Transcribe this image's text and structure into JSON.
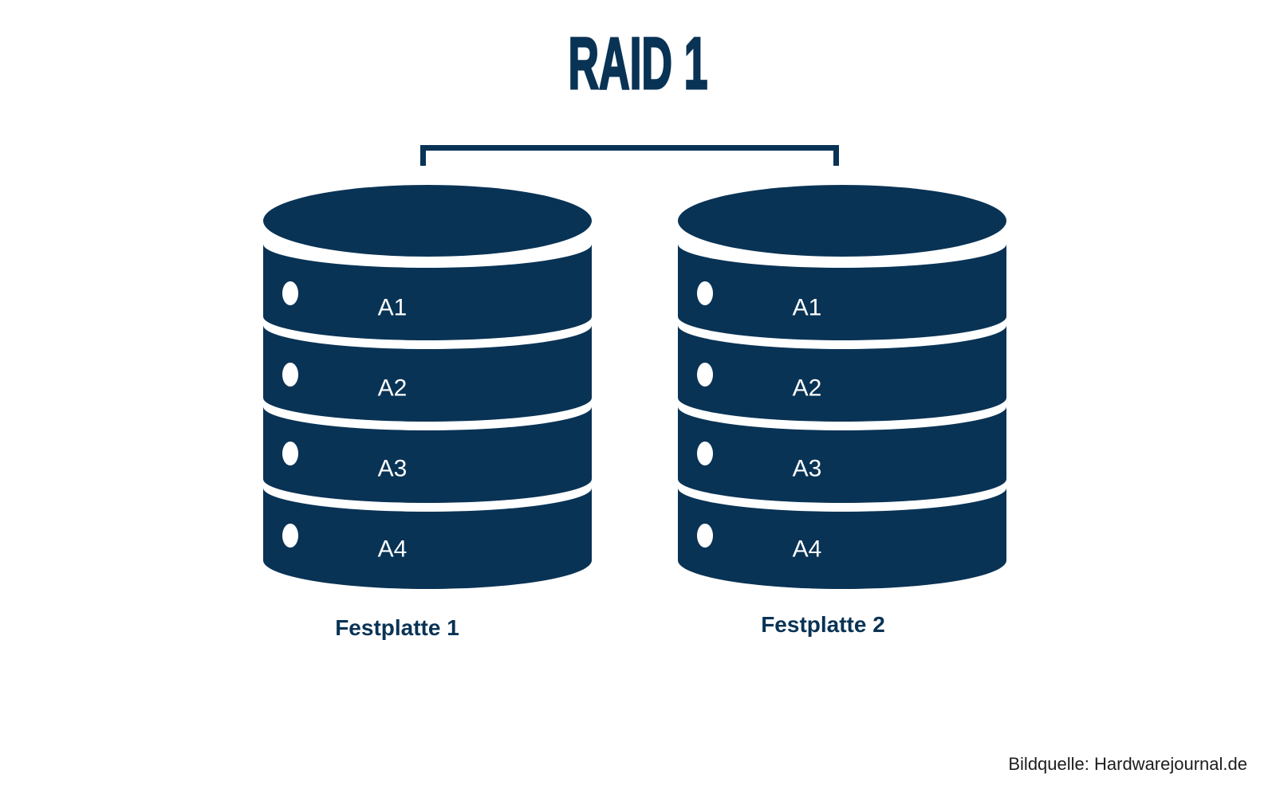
{
  "page": {
    "title": "RAID 1",
    "source_credit": "Bildquelle: Hardwarejournal.de",
    "background": "#ffffff"
  },
  "colors": {
    "navy": "#093355",
    "block_text": "#ffffff",
    "credit_text": "#1d1d1d"
  },
  "diagram": {
    "type": "raid-mirror",
    "raid_level": "RAID 1",
    "connector": "mirror-bracket",
    "disks": [
      {
        "name": "Festplatte 1",
        "blocks": [
          "A1",
          "A2",
          "A3",
          "A4"
        ]
      },
      {
        "name": "Festplatte 2",
        "blocks": [
          "A1",
          "A2",
          "A3",
          "A4"
        ]
      }
    ]
  }
}
